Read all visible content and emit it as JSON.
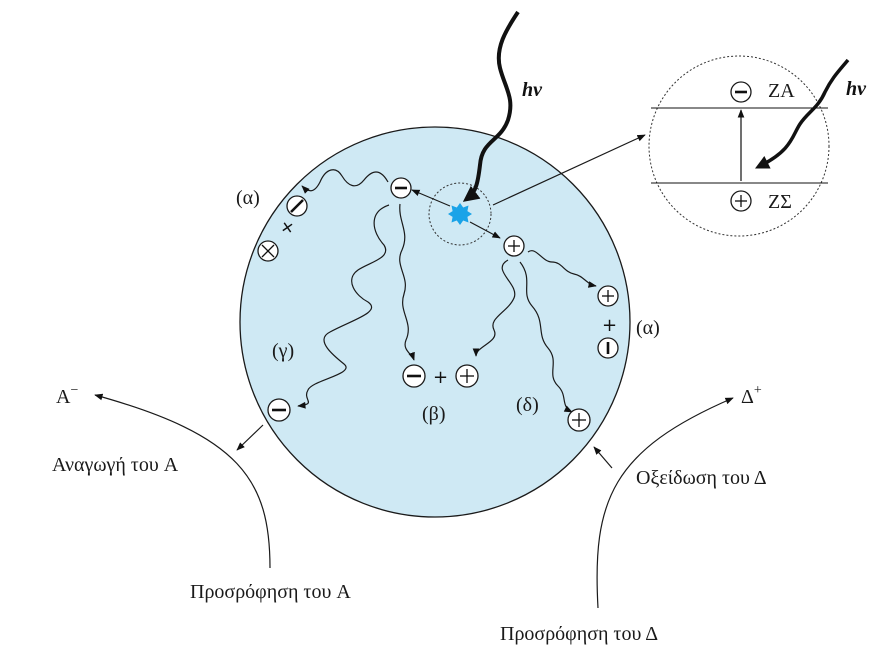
{
  "photon_label": "hv",
  "inset": {
    "cb_label": "ΖΑ",
    "vb_label": "ΖΣ",
    "photon_label": "hv"
  },
  "labels": {
    "alpha_left": "(α)",
    "alpha_right": "(α)",
    "beta": "(β)",
    "gamma": "(γ)",
    "delta": "(δ)",
    "a_minus": "A",
    "a_minus_sup": "−",
    "d_plus": "Δ",
    "d_plus_sup": "+",
    "reduction": "Αναγωγή του A",
    "oxidation": "Οξείδωση του Δ",
    "adsorption_a": "Προσρόφηση του A",
    "adsorption_d": "Προσρόφηση του Δ"
  },
  "symbols": {
    "plus": "+"
  },
  "colors": {
    "particle_fill": "#cfe9f4",
    "particle_stroke": "#1a1a1a",
    "excitation_star": "#1aa3e8",
    "ink": "#1a1a1a"
  }
}
